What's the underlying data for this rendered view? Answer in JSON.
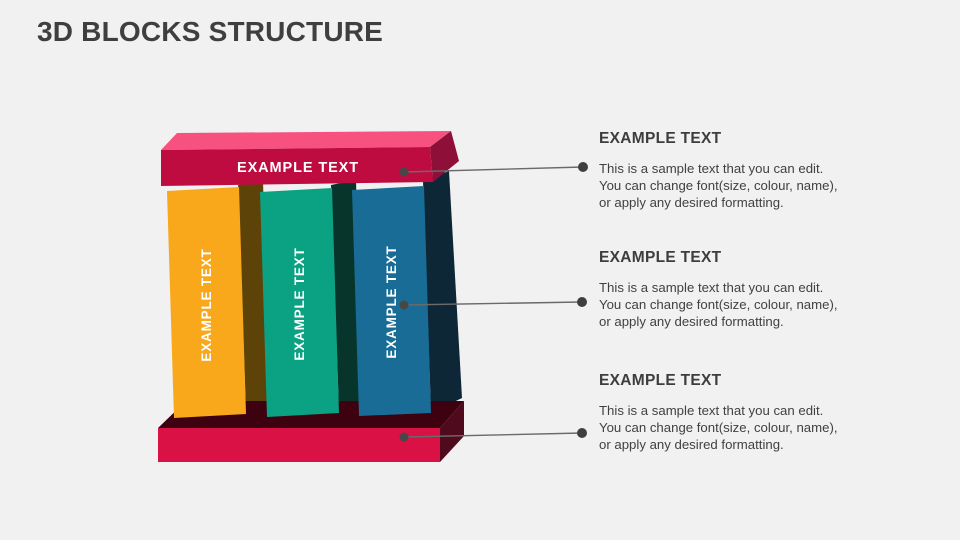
{
  "slide": {
    "title": "3D BLOCKS STRUCTURE",
    "background_color": "#f1f1f2",
    "title_color": "#3f3f3f"
  },
  "diagram": {
    "top_bar": {
      "label": "EXAMPLE TEXT",
      "front_color": "#be0c40",
      "top_color": "#f6517f",
      "side_color": "#8e0f38"
    },
    "blocks": [
      {
        "label": "EXAMPLE TEXT",
        "front_color": "#f9a81b",
        "side_color": "#5e4309"
      },
      {
        "label": "EXAMPLE TEXT",
        "front_color": "#0ba183",
        "side_color": "#07352b"
      },
      {
        "label": "EXAMPLE TEXT",
        "front_color": "#186c95",
        "side_color": "#0d2737"
      }
    ],
    "base": {
      "front_color": "#d91145",
      "top_color": "#3e0110",
      "side_color": "#4f0a1e"
    },
    "connector_line_color": "#6a6a6a",
    "connector_dot_color": "#474747"
  },
  "sections": [
    {
      "heading": "EXAMPLE TEXT",
      "lines": [
        "This is a sample text that you can edit.",
        "You can change font(size, colour, name),",
        "or apply any desired formatting."
      ]
    },
    {
      "heading": "EXAMPLE TEXT",
      "lines": [
        "This is a sample text that you can edit.",
        "You can change font(size, colour, name),",
        "or apply any desired formatting."
      ]
    },
    {
      "heading": "EXAMPLE TEXT",
      "lines": [
        "This is a sample text that you can edit.",
        "You can change font(size, colour, name),",
        "or apply any desired formatting."
      ]
    }
  ]
}
